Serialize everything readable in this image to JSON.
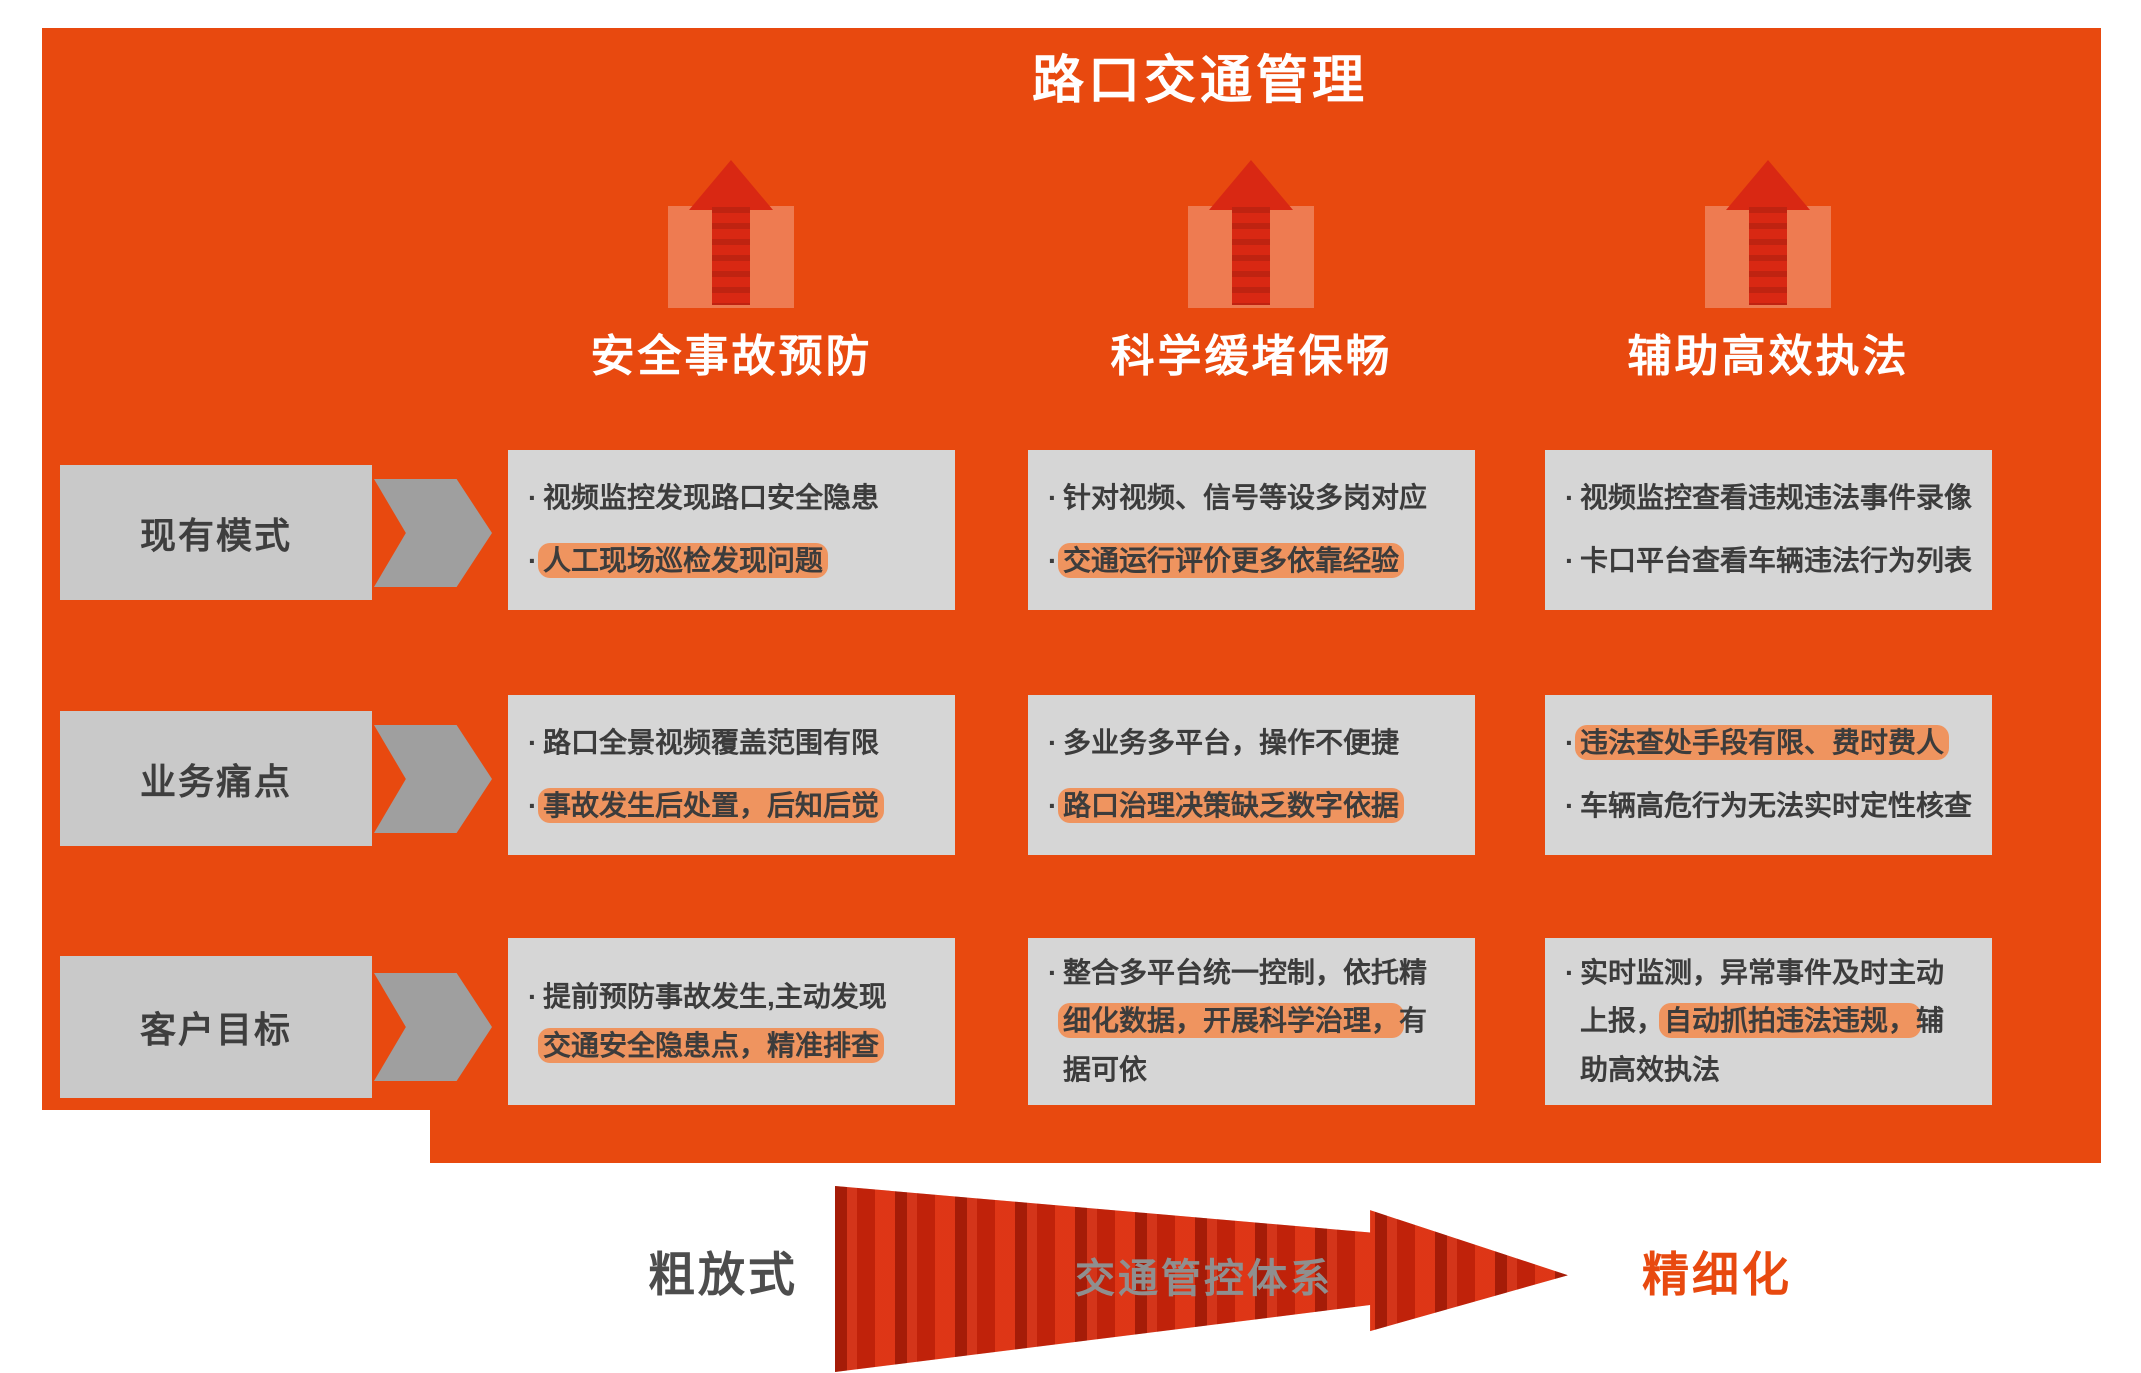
{
  "title": "路口交通管理",
  "bullet_char": "·",
  "columns": [
    {
      "header": "安全事故预防",
      "icon": "arrow-up-icon"
    },
    {
      "header": "科学缓堵保畅",
      "icon": "arrow-up-icon"
    },
    {
      "header": "辅助高效执法",
      "icon": "arrow-up-icon"
    }
  ],
  "rows": [
    {
      "label": "现有模式"
    },
    {
      "label": "业务痛点"
    },
    {
      "label": "客户目标"
    }
  ],
  "cells": [
    [
      {
        "lines": [
          {
            "bullet": true,
            "segments": [
              {
                "text": "视频监控发现路口安全隐患",
                "highlight": false
              }
            ]
          },
          {
            "bullet": true,
            "segments": [
              {
                "text": "人工现场巡检发现问题",
                "highlight": true
              }
            ]
          }
        ]
      },
      {
        "lines": [
          {
            "bullet": true,
            "segments": [
              {
                "text": "针对视频、信号等设多岗对应",
                "highlight": false
              }
            ]
          },
          {
            "bullet": true,
            "segments": [
              {
                "text": "交通运行评价更多依靠经验",
                "highlight": true
              }
            ]
          }
        ]
      },
      {
        "lines": [
          {
            "bullet": true,
            "segments": [
              {
                "text": "视频监控查看违规违法事件录像",
                "highlight": false
              }
            ]
          },
          {
            "bullet": true,
            "segments": [
              {
                "text": "卡口平台查看车辆违法行为列表",
                "highlight": false
              }
            ]
          }
        ]
      }
    ],
    [
      {
        "lines": [
          {
            "bullet": true,
            "segments": [
              {
                "text": "路口全景视频覆盖范围有限",
                "highlight": false
              }
            ]
          },
          {
            "bullet": true,
            "segments": [
              {
                "text": "事故发生后处置，后知后觉",
                "highlight": true
              }
            ]
          }
        ]
      },
      {
        "lines": [
          {
            "bullet": true,
            "segments": [
              {
                "text": "多业务多平台，操作不便捷",
                "highlight": false
              }
            ]
          },
          {
            "bullet": true,
            "segments": [
              {
                "text": "路口治理决策缺乏数字依据",
                "highlight": true
              }
            ]
          }
        ]
      },
      {
        "lines": [
          {
            "bullet": true,
            "segments": [
              {
                "text": "违法查处手段有限、费时费人",
                "highlight": true
              }
            ]
          },
          {
            "bullet": true,
            "segments": [
              {
                "text": "车辆高危行为无法实时定性核查",
                "highlight": false
              }
            ]
          }
        ]
      }
    ],
    [
      {
        "lines": [
          {
            "bullet": true,
            "segments": [
              {
                "text": "提前预防事故发生,主动发现",
                "highlight": false
              }
            ]
          },
          {
            "bullet": false,
            "segments": [
              {
                "text": "交通安全隐患点，精准排查",
                "highlight": true
              }
            ]
          }
        ]
      },
      {
        "lines": [
          {
            "bullet": true,
            "segments": [
              {
                "text": "整合多平台统一控制，依托精",
                "highlight": false
              }
            ]
          },
          {
            "bullet": false,
            "segments": [
              {
                "text": "细化数据，开展科学治理，",
                "highlight": true
              },
              {
                "text": "有",
                "highlight": false
              }
            ]
          },
          {
            "bullet": false,
            "segments": [
              {
                "text": "据可依",
                "highlight": false
              }
            ]
          }
        ]
      },
      {
        "lines": [
          {
            "bullet": true,
            "segments": [
              {
                "text": "实时监测，异常事件及时主动",
                "highlight": false
              }
            ]
          },
          {
            "bullet": false,
            "segments": [
              {
                "text": "上报，",
                "highlight": false
              },
              {
                "text": "自动抓拍违法违规，",
                "highlight": true
              },
              {
                "text": "辅",
                "highlight": false
              }
            ]
          },
          {
            "bullet": false,
            "segments": [
              {
                "text": "助高效执法",
                "highlight": false
              }
            ]
          }
        ]
      }
    ]
  ],
  "footer": {
    "left_label": "粗放式",
    "arrow_label": "交通管控体系",
    "right_label": "精细化"
  },
  "colors": {
    "panel_orange": "#e8490f",
    "icon_red": "#d92813",
    "cell_gray": "#d6d6d6",
    "label_gray": "#c9c9c9",
    "label_arrow_gray": "#9f9f9f",
    "highlight_orange": "#f28d52",
    "footer_arrow_red": "#d22a0e",
    "footer_left_text": "#4d4d4d",
    "footer_right_text": "#e8490f"
  }
}
